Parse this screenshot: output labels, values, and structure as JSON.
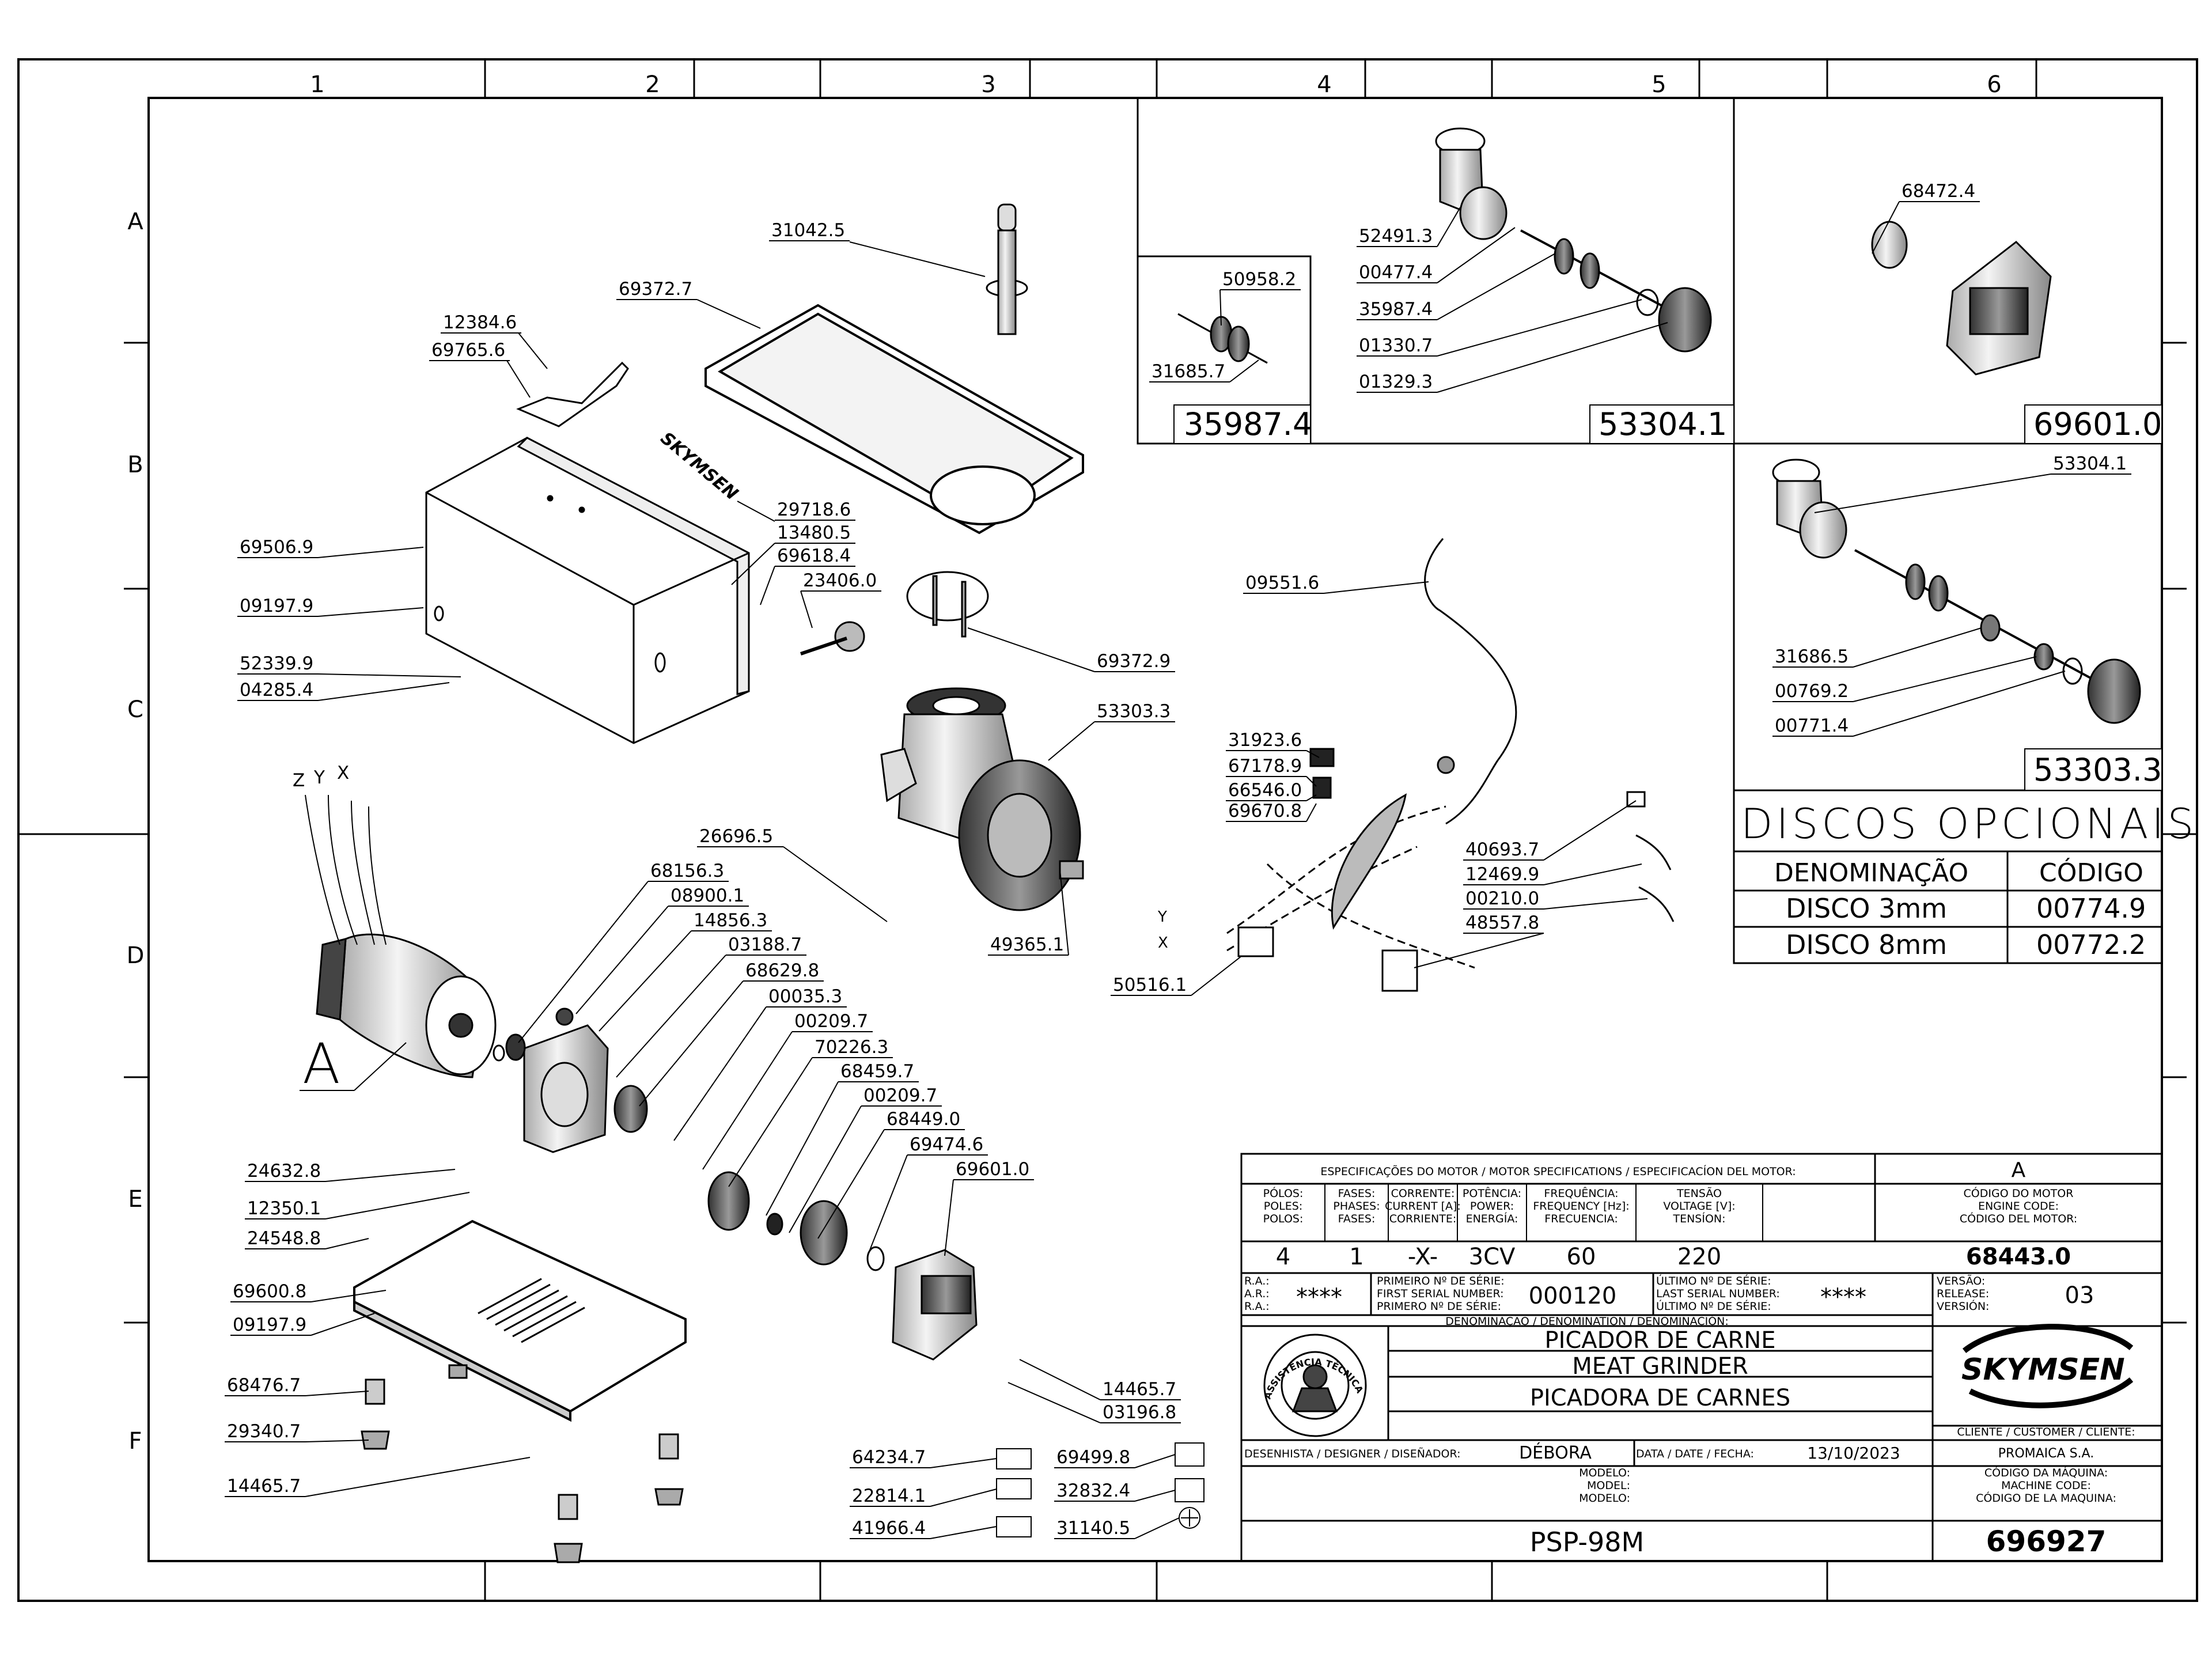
{
  "grid": {
    "columns": [
      "1",
      "2",
      "3",
      "4",
      "5",
      "6"
    ],
    "rows": [
      "A",
      "B",
      "C",
      "D",
      "E",
      "F"
    ]
  },
  "detail_marker": "A",
  "brand_stamp": "SKYMSEN",
  "callouts": [
    "31042.5",
    "69372.7",
    "12384.6",
    "69765.6",
    "69506.9",
    "09197.9",
    "52339.9",
    "04285.4",
    "29718.6",
    "13480.5",
    "69618.4",
    "23406.0",
    "69372.9",
    "53303.3",
    "26696.5",
    "49365.1",
    "68156.3",
    "08900.1",
    "14856.3",
    "03188.7",
    "68629.8",
    "00035.3",
    "00209.7",
    "70226.3",
    "68459.7",
    "00209.7",
    "68449.0",
    "69474.6",
    "69601.0",
    "24632.8",
    "12350.1",
    "24548.8",
    "69600.8",
    "09197.9",
    "68476.7",
    "29340.7",
    "14465.7",
    "14465.7",
    "03196.8",
    "64234.7",
    "69499.8",
    "22814.1",
    "32832.4",
    "41966.4",
    "31140.5",
    "50958.2",
    "31685.7",
    "52491.3",
    "00477.4",
    "35987.4",
    "01330.7",
    "01329.3",
    "68472.4",
    "53304.1",
    "31686.5",
    "00769.2",
    "00771.4",
    "09551.6",
    "31923.6",
    "67178.9",
    "66546.0",
    "69670.8",
    "40693.7",
    "12469.9",
    "00210.0",
    "48557.8",
    "50516.1"
  ],
  "wire_labels": [
    "Z",
    "Y",
    "X",
    "Y",
    "X"
  ],
  "assembly_boxes": [
    "35987.4",
    "53304.1",
    "69601.0",
    "53303.3"
  ],
  "optional_discs": {
    "title": "DISCOS OPCIONAIS",
    "headers": [
      "DENOMINAÇÃO",
      "CÓDIGO"
    ],
    "rows": [
      [
        "DISCO 3mm",
        "00774.9"
      ],
      [
        "DISCO 8mm",
        "00772.2"
      ]
    ]
  },
  "title_block": {
    "motor_spec_title": "ESPECIFICAÇÕES DO MOTOR / MOTOR SPECIFICATIONS / ESPECIFICACÍON DEL MOTOR:",
    "motor_letter": "A",
    "spec_headers": [
      [
        "PÓLOS:",
        "POLES:",
        "POLOS:"
      ],
      [
        "FASES:",
        "PHASES:",
        "FASES:"
      ],
      [
        "CORRENTE:",
        "CURRENT [A]:",
        "CORRIENTE:"
      ],
      [
        "POTÊNCIA:",
        "POWER:",
        "ENERGÍA:"
      ],
      [
        "FREQUÊNCIA:",
        "FREQUENCY [Hz]:",
        "FRECUENCIA:"
      ],
      [
        "TENSÃO",
        "VOLTAGE [V]:",
        "TENSÍON:"
      ],
      [
        "CÓDIGO DO MOTOR",
        "ENGINE CODE:",
        "CÓDIGO DEL MOTOR:"
      ]
    ],
    "spec_values": [
      "4",
      "1",
      "-X-",
      "3CV",
      "60",
      "220",
      "68443.0"
    ],
    "ra_labels": [
      "R.A.:",
      "A.R.:",
      "R.A.:"
    ],
    "ra_value": "****",
    "first_serial_labels": [
      "PRIMEIRO Nº DE SÉRIE:",
      "FIRST SERIAL NUMBER:",
      "PRIMERO Nº DE SÉRIE:"
    ],
    "first_serial": "000120",
    "last_serial_labels": [
      "ÚLTIMO Nº DE SÉRIE:",
      "LAST SERIAL NUMBER:",
      "ÚLTIMO Nº DE SÉRIE:"
    ],
    "last_serial": "****",
    "version_labels": [
      "VERSÃO:",
      "RELEASE:",
      "VERSIÓN:"
    ],
    "version": "03",
    "denomination_label": "DENOMINAÇÃO / DENOMINATION / DENOMINACIÓN:",
    "names": [
      "PICADOR DE CARNE",
      "MEAT GRINDER",
      "PICADORA DE CARNES"
    ],
    "seal_text": "ASSISTÊNCIA TÉCNICA AUTORIZADA",
    "logo": "SKYMSEN",
    "client_label": "CLIENTE / CUSTOMER / CLIENTE:",
    "client": "PROMAICA S.A.",
    "designer_label": "DESENHISTA / DESIGNER / DISEÑADOR:",
    "designer": "DÉBORA",
    "date_label": "DATA / DATE / FECHA:",
    "date": "13/10/2023",
    "model_labels": [
      "MODELO:",
      "MODEL:",
      "MODELO:"
    ],
    "machine_code_labels": [
      "CÓDIGO DA MÁQUINA:",
      "MACHINE CODE:",
      "CÓDIGO DE LA MAQUINA:"
    ],
    "model": "PSP-98M",
    "machine_code": "696927"
  }
}
